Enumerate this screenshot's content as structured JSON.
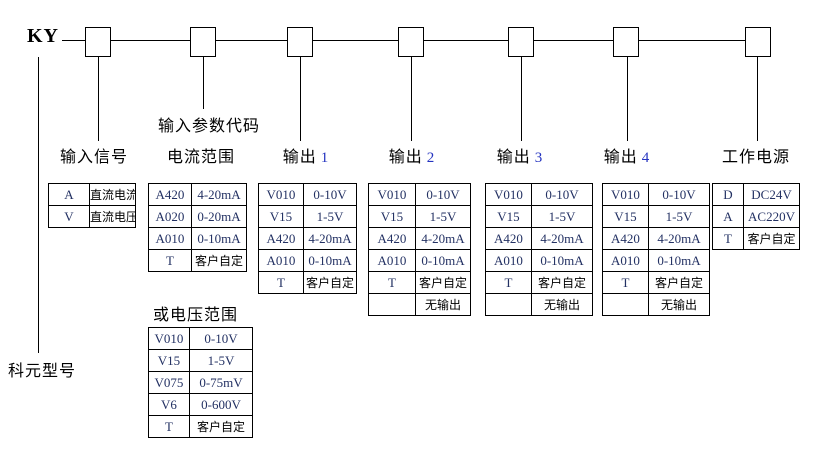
{
  "title_prefix": "KY",
  "model_label": "科元型号",
  "param_code_label": "输入参数代码",
  "colors": {
    "line": "#000000",
    "text": "#000000",
    "code_text": "#233163",
    "label_number": "#2433c0"
  },
  "groups": [
    {
      "name": "input-signal",
      "label": "输入信号",
      "num": "",
      "options": [
        {
          "code": "A",
          "value": "直流电流"
        },
        {
          "code": "V",
          "value": "直流电压"
        }
      ]
    },
    {
      "name": "current-range",
      "label": "电流范围",
      "num": "",
      "options": [
        {
          "code": "A420",
          "value": "4-20mA"
        },
        {
          "code": "A020",
          "value": "0-20mA"
        },
        {
          "code": "A010",
          "value": "0-10mA"
        },
        {
          "code": "T",
          "value": "客户自定"
        }
      ]
    },
    {
      "name": "output-1",
      "label": "输出",
      "num": "1",
      "options": [
        {
          "code": "V010",
          "value": "0-10V"
        },
        {
          "code": "V15",
          "value": "1-5V"
        },
        {
          "code": "A420",
          "value": "4-20mA"
        },
        {
          "code": "A010",
          "value": "0-10mA"
        },
        {
          "code": "T",
          "value": "客户自定"
        }
      ]
    },
    {
      "name": "output-2",
      "label": "输出",
      "num": "2",
      "options": [
        {
          "code": "V010",
          "value": "0-10V"
        },
        {
          "code": "V15",
          "value": "1-5V"
        },
        {
          "code": "A420",
          "value": "4-20mA"
        },
        {
          "code": "A010",
          "value": "0-10mA"
        },
        {
          "code": "T",
          "value": "客户自定"
        },
        {
          "code": "",
          "value": "无输出"
        }
      ]
    },
    {
      "name": "output-3",
      "label": "输出",
      "num": "3",
      "options": [
        {
          "code": "V010",
          "value": "0-10V"
        },
        {
          "code": "V15",
          "value": "1-5V"
        },
        {
          "code": "A420",
          "value": "4-20mA"
        },
        {
          "code": "A010",
          "value": "0-10mA"
        },
        {
          "code": "T",
          "value": "客户自定"
        },
        {
          "code": "",
          "value": "无输出"
        }
      ]
    },
    {
      "name": "output-4",
      "label": "输出",
      "num": "4",
      "options": [
        {
          "code": "V010",
          "value": "0-10V"
        },
        {
          "code": "V15",
          "value": "1-5V"
        },
        {
          "code": "A420",
          "value": "4-20mA"
        },
        {
          "code": "A010",
          "value": "0-10mA"
        },
        {
          "code": "T",
          "value": "客户自定"
        },
        {
          "code": "",
          "value": "无输出"
        }
      ]
    },
    {
      "name": "working-power",
      "label": "工作电源",
      "num": "",
      "options": [
        {
          "code": "D",
          "value": "DC24V"
        },
        {
          "code": "A",
          "value": "AC220V"
        },
        {
          "code": "T",
          "value": "客户自定"
        }
      ]
    }
  ],
  "voltage_range": {
    "label": "或电压范围",
    "options": [
      {
        "code": "V010",
        "value": "0-10V"
      },
      {
        "code": "V15",
        "value": "1-5V"
      },
      {
        "code": "V075",
        "value": "0-75mV"
      },
      {
        "code": "V6",
        "value": "0-600V"
      },
      {
        "code": "T",
        "value": "客户自定"
      }
    ]
  }
}
